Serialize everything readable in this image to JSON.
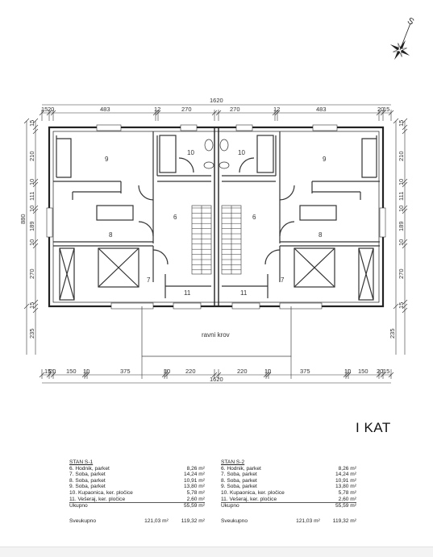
{
  "compass": {
    "label": "S"
  },
  "dimensions": {
    "top_total": "1620",
    "top_segments": [
      "15",
      "20",
      "483",
      "12",
      "270",
      "270",
      "12",
      "483",
      "20",
      "15"
    ],
    "left_side": [
      "15",
      "210",
      "10",
      "111",
      "10",
      "189",
      "10",
      "270",
      "15"
    ],
    "right_side": [
      "15",
      "210",
      "10",
      "111",
      "10",
      "189",
      "10",
      "270",
      "15"
    ],
    "side_total": "880",
    "overhang_left": "235",
    "overhang_right": "235",
    "bottom_segments": [
      "15",
      "20",
      "150",
      "10",
      "375",
      "10",
      "220",
      "220",
      "10",
      "375",
      "10",
      "150",
      "20",
      "15"
    ],
    "bottom_total": "1620"
  },
  "rooms": {
    "r9_left": "9",
    "r10_left": "10",
    "r6_left": "6",
    "r8_left": "8",
    "r7_left": "7",
    "r11_left": "11",
    "r9_right": "9",
    "r10_right": "10",
    "r6_right": "6",
    "r8_right": "8",
    "r7_right": "7",
    "r11_right": "11"
  },
  "roof_label": "ravni krov",
  "title": "I KAT",
  "tables": [
    {
      "name": "STAN S-1",
      "rows": [
        {
          "label": "6. Hodnik, parket",
          "value": "8,26 m²"
        },
        {
          "label": "7. Soba, parket",
          "value": "14,24 m²"
        },
        {
          "label": "8. Soba, parket",
          "value": "10,91 m²"
        },
        {
          "label": "9. Soba, parket",
          "value": "13,80 m²"
        },
        {
          "label": "10. Kupaonica, ker. pločice",
          "value": "5,78 m²"
        },
        {
          "label": "11. Vešeraj, ker. pločice",
          "value": "2,60 m²"
        }
      ],
      "total_label": "Ukupno",
      "total_value": "55,59 m²",
      "grand_label": "Sveukupno",
      "grand_value_1": "121,03 m²",
      "grand_value_2": "119,32 m²"
    },
    {
      "name": "STAN S-2",
      "rows": [
        {
          "label": "6. Hodnik, parket",
          "value": "8,26 m²"
        },
        {
          "label": "7. Soba, parket",
          "value": "14,24 m²"
        },
        {
          "label": "8. Soba, parket",
          "value": "10,91 m²"
        },
        {
          "label": "9. Soba, parket",
          "value": "13,80 m²"
        },
        {
          "label": "10. Kupaonica, ker. pločice",
          "value": "5,78 m²"
        },
        {
          "label": "11. Vešeraj, ker. pločice",
          "value": "2,60 m²"
        }
      ],
      "total_label": "Ukupno",
      "total_value": "55,59 m²",
      "grand_label": "Sveukupno",
      "grand_value_1": "121,03 m²",
      "grand_value_2": "119,32 m²"
    }
  ]
}
